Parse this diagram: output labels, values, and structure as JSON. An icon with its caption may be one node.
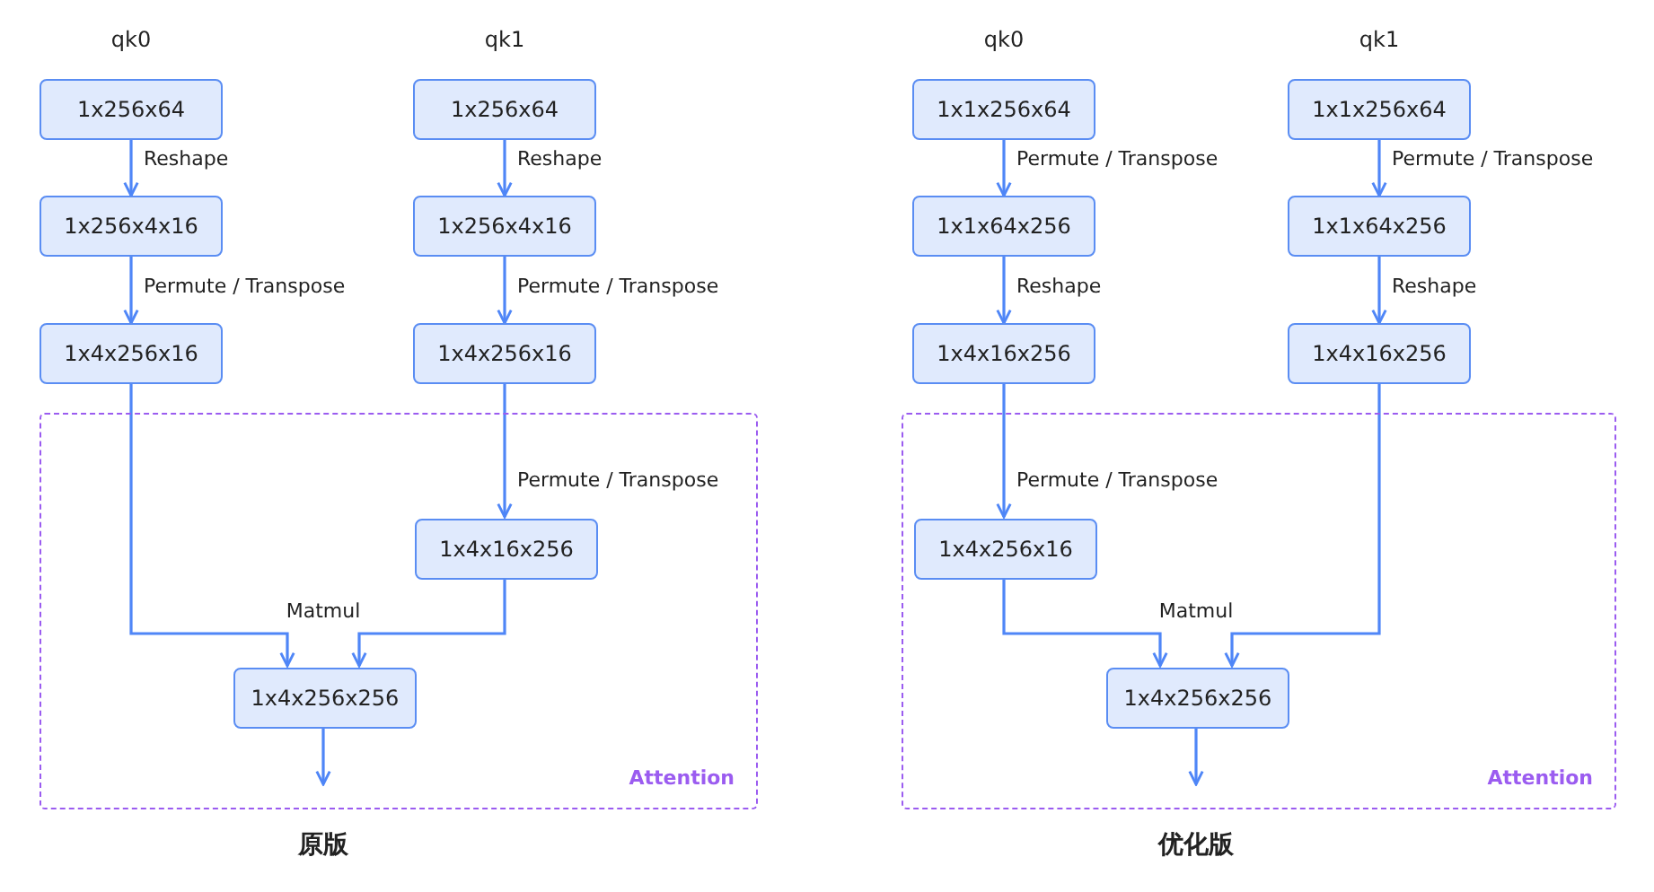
{
  "diagram": {
    "nodes": [
      {
        "text": [
          "Attention"
        ]
      },
      {
        "text": [
          "1x256x64"
        ],
        "beside": [
          "qk0"
        ]
      },
      {
        "text": [
          "1x256x64"
        ],
        "beside": [
          "qk1"
        ]
      },
      {
        "text": [
          "1x256x4x16"
        ]
      },
      {
        "text": [
          "1x256x4x16"
        ]
      },
      {
        "text": [
          "1x4x256x16"
        ]
      },
      {
        "text": [
          "1x4x256x16"
        ]
      },
      {
        "text": [
          "1x4x16x256"
        ],
        "in": 0
      },
      {
        "text": [
          "1x4x256x256"
        ],
        "in": 0
      },
      {
        "text": [
          "Attention"
        ]
      },
      {
        "text": [
          "1x1x256x64"
        ],
        "beside": [
          "qk0"
        ]
      },
      {
        "text": [
          "1x1x256x64"
        ],
        "beside": [
          "qk1"
        ]
      },
      {
        "text": [
          "1x1x64x256"
        ]
      },
      {
        "text": [
          "1x1x64x256"
        ]
      },
      {
        "text": [
          "1x4x16x256"
        ]
      },
      {
        "text": [
          "1x4x16x256"
        ]
      },
      {
        "text": [
          "1x4x256x16"
        ],
        "in": 9
      },
      {
        "text": [
          "1x4x256x256"
        ],
        "in": 9
      }
    ],
    "edges": [
      {
        "from": 1,
        "to": 3,
        "arrow": "to",
        "label": "Reshape"
      },
      {
        "from": 2,
        "to": 4,
        "arrow": "to",
        "label": "Reshape"
      },
      {
        "from": 3,
        "to": 5,
        "arrow": "to",
        "label": "Permute / Transpose"
      },
      {
        "from": 4,
        "to": 6,
        "arrow": "to",
        "label": "Permute / Transpose"
      },
      {
        "from": 6,
        "to": 7,
        "arrow": "to",
        "label": "Permute / Transpose"
      },
      {
        "from": 5,
        "to": 8,
        "arrow": "to"
      },
      {
        "from": 7,
        "to": 8,
        "arrow": "to"
      },
      {
        "from": 8,
        "to": null,
        "arrow": "to"
      },
      {
        "from": 10,
        "to": 12,
        "arrow": "to",
        "label": "Permute / Transpose"
      },
      {
        "from": 11,
        "to": 13,
        "arrow": "to",
        "label": "Permute / Transpose"
      },
      {
        "from": 12,
        "to": 14,
        "arrow": "to",
        "label": "Reshape"
      },
      {
        "from": 13,
        "to": 15,
        "arrow": "to",
        "label": "Reshape"
      },
      {
        "from": 14,
        "to": 16,
        "arrow": "to",
        "label": "Permute / Transpose"
      },
      {
        "from": 16,
        "to": 17,
        "arrow": "to"
      },
      {
        "from": 15,
        "to": 17,
        "arrow": "to"
      },
      {
        "from": 17,
        "to": null,
        "arrow": "to"
      }
    ],
    "labels": [
      "Matmul",
      "Matmul",
      "原版",
      "优化版"
    ]
  }
}
